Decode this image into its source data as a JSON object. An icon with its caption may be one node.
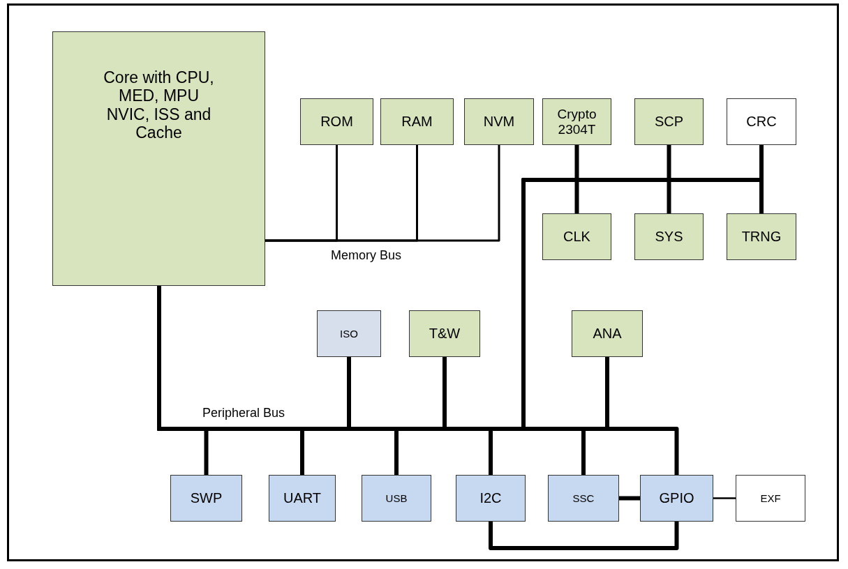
{
  "diagram": {
    "nodes": [
      {
        "text": [
          "Core with CPU, MED, MPU NVIC, ISS and Cache"
        ]
      },
      {
        "text": [
          "ROM"
        ]
      },
      {
        "text": [
          "RAM"
        ]
      },
      {
        "text": [
          "NVM"
        ]
      },
      {
        "text": [
          "Crypto 2304T"
        ]
      },
      {
        "text": [
          "SCP"
        ]
      },
      {
        "text": [
          "CRC"
        ]
      },
      {
        "text": [
          "CLK"
        ]
      },
      {
        "text": [
          "SYS"
        ]
      },
      {
        "text": [
          "TRNG"
        ]
      },
      {
        "text": [
          "ISO"
        ]
      },
      {
        "text": [
          "T&W"
        ]
      },
      {
        "text": [
          "ANA"
        ]
      },
      {
        "text": [
          "SWP"
        ]
      },
      {
        "text": [
          "UART"
        ]
      },
      {
        "text": [
          "USB"
        ]
      },
      {
        "text": [
          "I2C"
        ]
      },
      {
        "text": [
          "SSC"
        ]
      },
      {
        "text": [
          "GPIO"
        ]
      },
      {
        "text": [
          "EXF"
        ]
      }
    ],
    "edges": [
      {
        "from": 0,
        "to": 1,
        "arrow": "none"
      },
      {
        "from": 0,
        "to": 2,
        "arrow": "none"
      },
      {
        "from": 0,
        "to": 3,
        "arrow": "none"
      },
      {
        "from": 0,
        "to": 4,
        "arrow": "none"
      },
      {
        "from": 0,
        "to": 5,
        "arrow": "none"
      },
      {
        "from": 0,
        "to": 6,
        "arrow": "none"
      },
      {
        "from": 0,
        "to": 7,
        "arrow": "none"
      },
      {
        "from": 0,
        "to": 8,
        "arrow": "none"
      },
      {
        "from": 0,
        "to": 9,
        "arrow": "none"
      },
      {
        "from": 0,
        "to": 10,
        "arrow": "none"
      },
      {
        "from": 0,
        "to": 11,
        "arrow": "none"
      },
      {
        "from": 0,
        "to": 12,
        "arrow": "none"
      },
      {
        "from": 0,
        "to": 13,
        "arrow": "none"
      },
      {
        "from": 0,
        "to": 14,
        "arrow": "none"
      },
      {
        "from": 0,
        "to": 15,
        "arrow": "none"
      },
      {
        "from": 0,
        "to": 16,
        "arrow": "none"
      },
      {
        "from": 0,
        "to": 17,
        "arrow": "none"
      },
      {
        "from": 0,
        "to": 18,
        "arrow": "none"
      },
      {
        "from": 17,
        "to": 18,
        "arrow": "none"
      },
      {
        "from": 16,
        "to": 18,
        "arrow": "none"
      },
      {
        "from": 18,
        "to": 19,
        "arrow": "none"
      }
    ],
    "labels": [
      "Memory Bus",
      "Peripheral Bus"
    ]
  }
}
